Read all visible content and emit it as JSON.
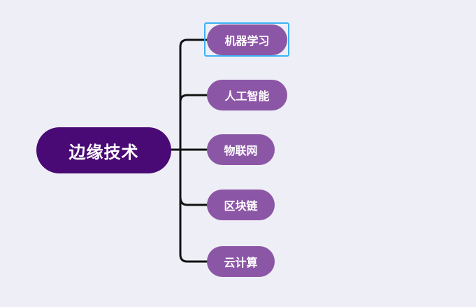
{
  "mindmap": {
    "root": {
      "label": "边缘技术",
      "color": "#4a0a75"
    },
    "children": [
      {
        "label": "机器学习",
        "selected": true
      },
      {
        "label": "人工智能",
        "selected": false
      },
      {
        "label": "物联网",
        "selected": false
      },
      {
        "label": "区块链",
        "selected": false
      },
      {
        "label": "云计算",
        "selected": false
      }
    ],
    "child_color": "#8c56a6",
    "connector_color": "#111111",
    "selection_color": "#3db1f5"
  }
}
